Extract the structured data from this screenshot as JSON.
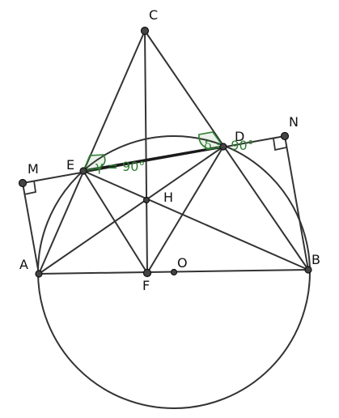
{
  "diagram": {
    "points": {
      "A": {
        "label": "A"
      },
      "B": {
        "label": "B"
      },
      "C": {
        "label": "C"
      },
      "D": {
        "label": "D"
      },
      "E": {
        "label": "E"
      },
      "F": {
        "label": "F"
      },
      "H": {
        "label": "H"
      },
      "M": {
        "label": "M"
      },
      "N": {
        "label": "N"
      },
      "O": {
        "label": "O"
      }
    },
    "angle_labels": {
      "gamma": "γ = 90°",
      "delta": "δ = 90°"
    },
    "colors": {
      "line": "#333333",
      "angle": "#2e7d32",
      "point": "#444444"
    }
  }
}
